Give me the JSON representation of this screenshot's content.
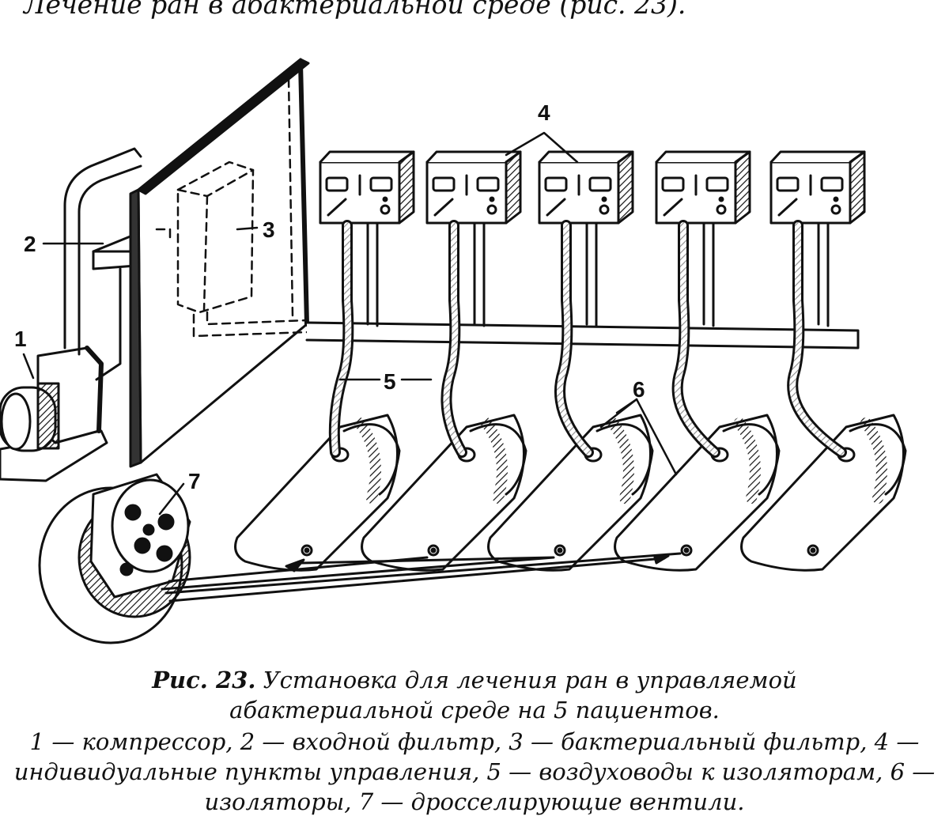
{
  "top_text": "Лечение ран в абактериальной среде (рис. 23).",
  "labels": {
    "compressor": "1",
    "input_filter": "2",
    "bacterial_filter": "3",
    "control_points": "4",
    "air_ducts": "5",
    "isolators": "6",
    "valves": "7"
  },
  "caption": {
    "fig_ref": "Рис. 23.",
    "title_line1": "Установка для лечения ран в управляемой",
    "title_line2": "абактериальной среде на 5 пациентов.",
    "legend": [
      "1 — компрессор, 2 — входной фильтр, 3 — бактериальный фильтр, 4 —",
      "индивидуальные пункты управления, 5 — воздуховоды к изоляторам, 6 —",
      "изоляторы, 7 — дросселирующие вентили."
    ]
  }
}
